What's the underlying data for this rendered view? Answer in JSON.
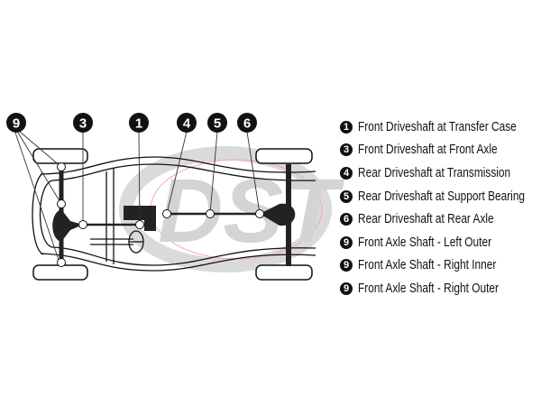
{
  "watermark": {
    "logo_text": "DST",
    "gray": "#cfcfcf",
    "red": "#f08080"
  },
  "callouts": [
    "9",
    "3",
    "1",
    "4",
    "5",
    "6"
  ],
  "legend": [
    {
      "num": "1",
      "label": "Front Driveshaft at Transfer Case"
    },
    {
      "num": "3",
      "label": "Front Driveshaft at Front Axle"
    },
    {
      "num": "4",
      "label": "Rear Driveshaft at Transmission"
    },
    {
      "num": "5",
      "label": "Rear Driveshaft at Support Bearing"
    },
    {
      "num": "6",
      "label": "Rear Driveshaft at Rear Axle"
    },
    {
      "num": "9",
      "label": "Front Axle Shaft - Left Outer"
    },
    {
      "num": "9",
      "label": "Front Axle Shaft - Right Inner"
    },
    {
      "num": "9",
      "label": "Front Axle Shaft - Right Outer"
    }
  ]
}
